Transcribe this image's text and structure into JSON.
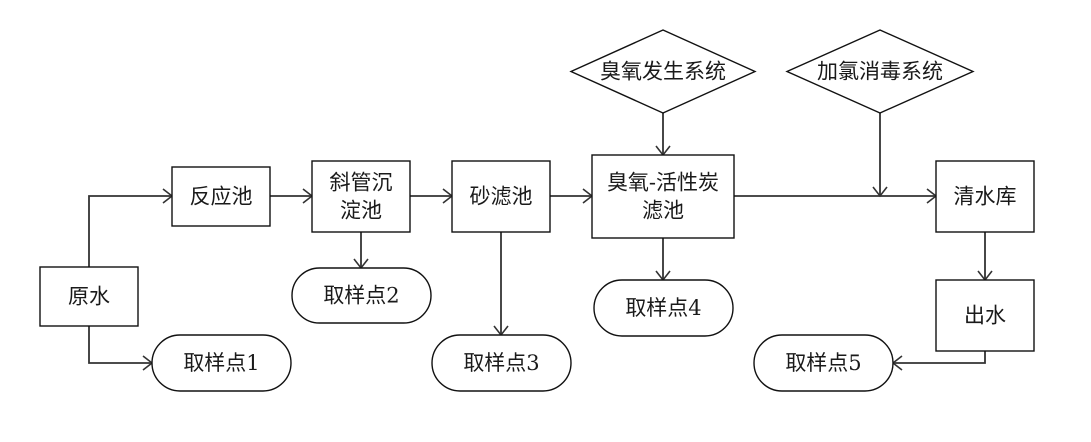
{
  "diagram": {
    "type": "process-flowchart",
    "colors": {
      "stroke": "#111111",
      "connector": "#333333",
      "background": "#ffffff",
      "text": "#1a1a1a"
    },
    "nodes": {
      "raw_water": {
        "shape": "rect",
        "lines": [
          "原水"
        ]
      },
      "reaction_tank": {
        "shape": "rect",
        "lines": [
          "反应池"
        ]
      },
      "inclined_tube_sedimentation": {
        "shape": "rect",
        "lines": [
          "斜管沉",
          "淀池"
        ]
      },
      "sand_filter": {
        "shape": "rect",
        "lines": [
          "砂滤池"
        ]
      },
      "ozone_bac_filter": {
        "shape": "rect",
        "lines": [
          "臭氧-活性炭",
          "滤池"
        ]
      },
      "clear_water_reservoir": {
        "shape": "rect",
        "lines": [
          "清水库"
        ]
      },
      "effluent": {
        "shape": "rect",
        "lines": [
          "出水"
        ]
      },
      "ozone_generation_system": {
        "shape": "diamond",
        "lines": [
          "臭氧发生系统"
        ]
      },
      "chlorination_system": {
        "shape": "diamond",
        "lines": [
          "加氯消毒系统"
        ]
      },
      "sampling_point_1": {
        "shape": "terminator",
        "lines": [
          "取样点1"
        ]
      },
      "sampling_point_2": {
        "shape": "terminator",
        "lines": [
          "取样点2"
        ]
      },
      "sampling_point_3": {
        "shape": "terminator",
        "lines": [
          "取样点3"
        ]
      },
      "sampling_point_4": {
        "shape": "terminator",
        "lines": [
          "取样点4"
        ]
      },
      "sampling_point_5": {
        "shape": "terminator",
        "lines": [
          "取样点5"
        ]
      }
    },
    "edges": [
      {
        "from": "raw_water",
        "to": "reaction_tank"
      },
      {
        "from": "raw_water",
        "to": "sampling_point_1"
      },
      {
        "from": "reaction_tank",
        "to": "inclined_tube_sedimentation"
      },
      {
        "from": "inclined_tube_sedimentation",
        "to": "sand_filter"
      },
      {
        "from": "inclined_tube_sedimentation",
        "to": "sampling_point_2"
      },
      {
        "from": "sand_filter",
        "to": "ozone_bac_filter"
      },
      {
        "from": "sand_filter",
        "to": "sampling_point_3"
      },
      {
        "from": "ozone_generation_system",
        "to": "ozone_bac_filter"
      },
      {
        "from": "ozone_bac_filter",
        "to": "clear_water_reservoir"
      },
      {
        "from": "ozone_bac_filter",
        "to": "sampling_point_4"
      },
      {
        "from": "chlorination_system",
        "to": "clear_water_reservoir",
        "joins_main_line": true
      },
      {
        "from": "clear_water_reservoir",
        "to": "effluent"
      },
      {
        "from": "effluent",
        "to": "sampling_point_5"
      }
    ]
  }
}
